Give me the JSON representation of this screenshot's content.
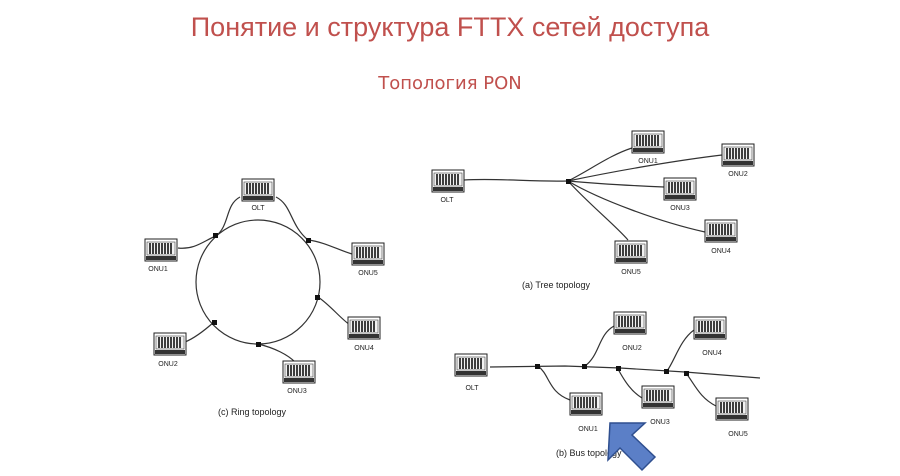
{
  "header": {
    "title": "Понятие и структура FTTX сетей доступа",
    "subtitle": "Топология PON"
  },
  "labels": {
    "olt": "OLT",
    "onu1": "ONU1",
    "onu2": "ONU2",
    "onu3": "ONU3",
    "onu4": "ONU4",
    "onu5": "ONU5"
  },
  "captions": {
    "tree": "(a)  Tree topology",
    "bus": "(b)  Bus topology",
    "ring": "(c)  Ring topology"
  },
  "colors": {
    "title": "#c0504d",
    "arrow": "#5b7fc7"
  },
  "icons": [
    "device-rack-icon",
    "pointer-arrow-icon"
  ]
}
